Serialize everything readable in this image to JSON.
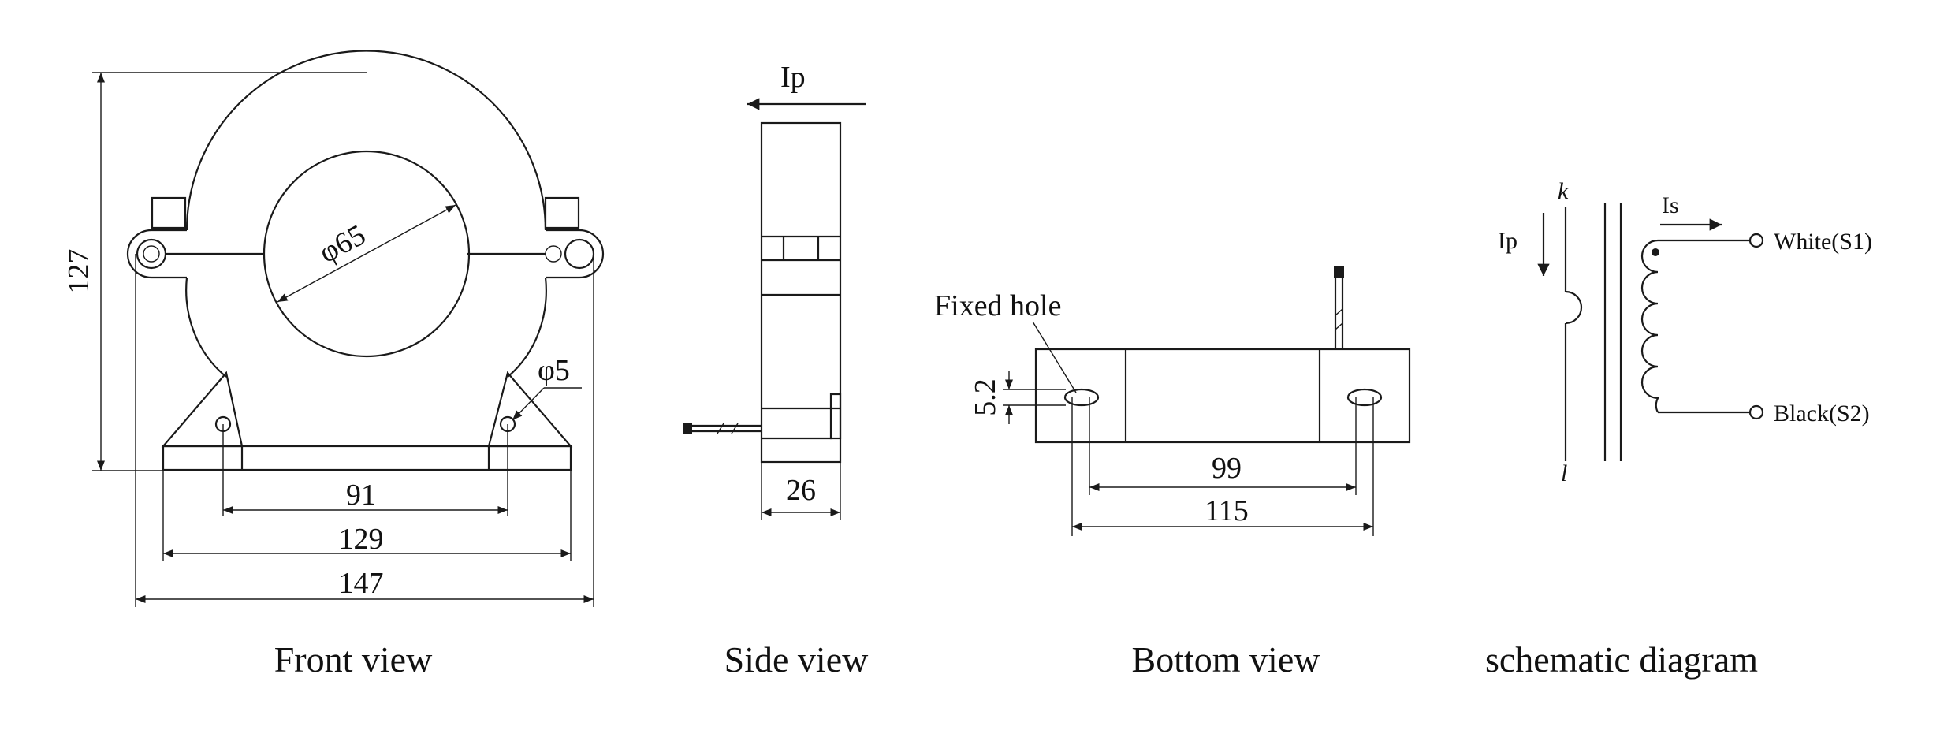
{
  "front": {
    "caption": "Front view",
    "dim_height": "127",
    "dim_bore": "φ65",
    "dim_hole": "φ5",
    "dim_hole_spacing": "91",
    "dim_base_width": "129",
    "dim_total_width": "147"
  },
  "side": {
    "caption": "Side view",
    "current_label": "Ip",
    "dim_thickness": "26"
  },
  "bottom": {
    "caption": "Bottom view",
    "fixed_hole_label": "Fixed hole",
    "dim_hole_height": "5.2",
    "dim_hole_spacing": "99",
    "dim_total": "115"
  },
  "schematic": {
    "caption": "schematic diagram",
    "primary_current": "Ip",
    "secondary_current": "Is",
    "terminal_k": "k",
    "terminal_l": "l",
    "white_terminal": "White(S1)",
    "black_terminal": "Black(S2)"
  }
}
